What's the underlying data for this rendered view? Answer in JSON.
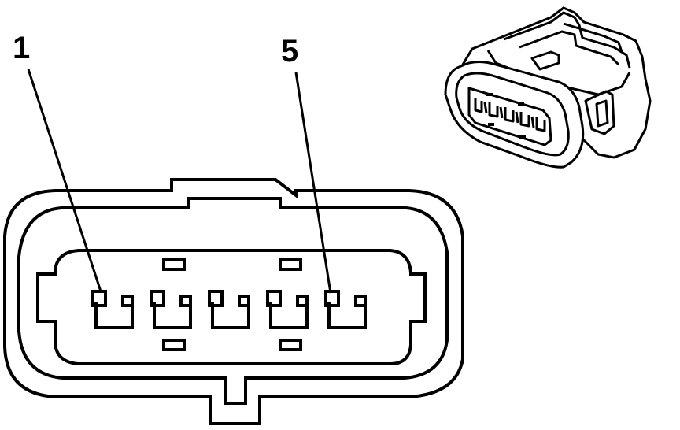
{
  "diagram": {
    "callouts": [
      {
        "id": "pin-1",
        "label": "1"
      },
      {
        "id": "pin-5",
        "label": "5"
      }
    ],
    "pin_count": 5,
    "views": [
      "connector-face-view",
      "connector-isometric-view"
    ]
  }
}
